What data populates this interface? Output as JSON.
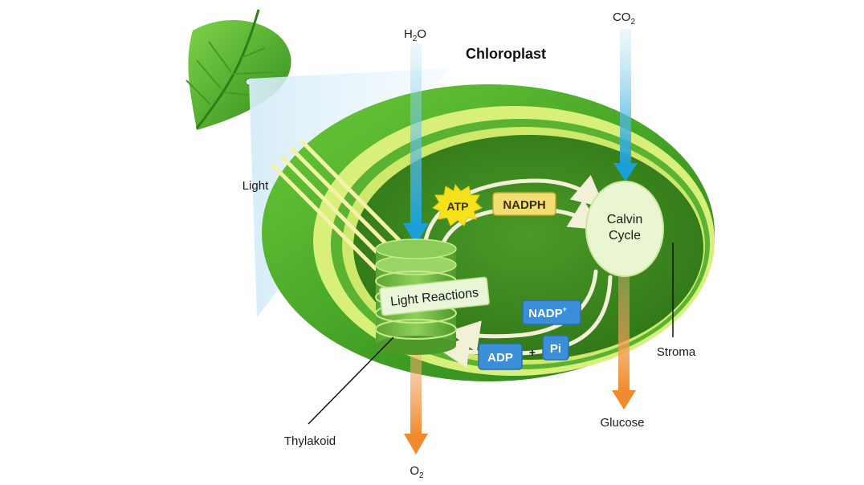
{
  "diagram": {
    "title": "Chloroplast",
    "inputs": {
      "water": {
        "main": "H",
        "sub": "2",
        "tail": "O"
      },
      "carbon_dioxide": {
        "main": "CO",
        "sub": "2"
      }
    },
    "outputs": {
      "oxygen": {
        "main": "O",
        "sub": "2"
      },
      "glucose": "Glucose"
    },
    "light_label": "Light",
    "thylakoid_label": "Thylakoid",
    "stroma_label": "Stroma",
    "light_reactions_label": "Light Reactions",
    "calvin_cycle": {
      "line1": "Calvin",
      "line2": "Cycle"
    },
    "atp": "ATP",
    "nadph": "NADPH",
    "nadp": {
      "main": "NADP",
      "sup": "+"
    },
    "adp": "ADP",
    "plus": "+",
    "pi": "Pi"
  },
  "colors": {
    "outer_green": "#4fb52e",
    "inner_green": "#3c8a22",
    "rim_yellow": "#d8ef7a",
    "input_arrow_blue": "#1a9fd6",
    "output_arrow_orange": "#f08a2a",
    "atp_yellow": "#f5e21a",
    "nadph_yellow": "#f3de73",
    "adp_blue": "#3b8fd8",
    "cycle_cream": "#f3f0d8"
  }
}
